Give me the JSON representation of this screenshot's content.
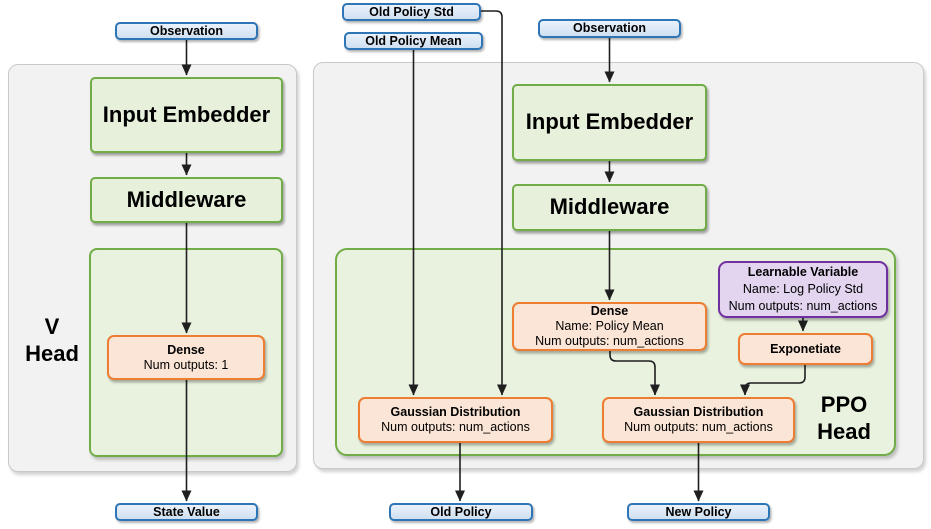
{
  "colors": {
    "node_green_border": "#70ad47",
    "node_green_fill": "#e6f0db",
    "panel_gray_fill": "#f2f2f2",
    "panel_green_fill": "#e9f2df",
    "io_blue_border": "#2e75b6",
    "io_blue_fill": "#dbe8f6",
    "op_orange_border": "#ed7d31",
    "op_orange_fill": "#fbe5d6",
    "var_purple_border": "#7030a0",
    "var_purple_fill": "#e3d5f0",
    "arrow": "#1f1f1f"
  },
  "v_head": {
    "title_line1": "V",
    "title_line2": "Head",
    "observation_label": "Observation",
    "input_embedder_label": "Input Embedder",
    "middleware_label": "Middleware",
    "dense": {
      "title": "Dense",
      "outputs": "Num outputs: 1"
    },
    "state_value_label": "State Value"
  },
  "ppo_head": {
    "title_line1": "PPO",
    "title_line2": "Head",
    "old_policy_std_label": "Old Policy Std",
    "old_policy_mean_label": "Old Policy Mean",
    "observation_label": "Observation",
    "input_embedder_label": "Input Embedder",
    "middleware_label": "Middleware",
    "dense": {
      "title": "Dense",
      "name": "Name: Policy Mean",
      "outputs": "Num outputs: num_actions"
    },
    "learnable_variable": {
      "title": "Learnable Variable",
      "name": "Name: Log Policy Std",
      "outputs": "Num outputs: num_actions"
    },
    "exponetiate_label": "Exponetiate",
    "gaussian_old": {
      "title": "Gaussian Distribution",
      "outputs": "Num outputs: num_actions"
    },
    "gaussian_new": {
      "title": "Gaussian Distribution",
      "outputs": "Num outputs: num_actions"
    },
    "old_policy_label": "Old Policy",
    "new_policy_label": "New Policy"
  }
}
